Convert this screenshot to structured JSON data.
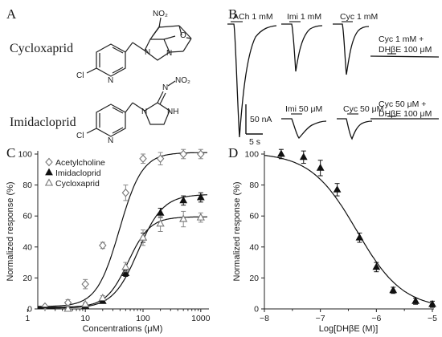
{
  "panels": {
    "A": "A",
    "B": "B",
    "C": "C",
    "D": "D"
  },
  "structures": {
    "cycloxaprid": {
      "name": "Cycloxaprid",
      "atoms": [
        "NO₂",
        "N",
        "N",
        "O",
        "N",
        "Cl"
      ]
    },
    "imidacloprid": {
      "name": "Imidacloprid",
      "atoms": [
        "N",
        "NO₂",
        "N",
        "NH",
        "N",
        "Cl"
      ]
    }
  },
  "traces": {
    "labels": [
      "ACh 1 mM",
      "Imi 1 mM",
      "Cyc 1 mM",
      "Cyc 1 mM +",
      "DHβE 100 μM",
      "Imi 50 μM",
      "Cyc 50 μM",
      "Cyc 50 μM +",
      "DHβE 100 μM"
    ],
    "scale_current": "50 nA",
    "scale_time": "5 s"
  },
  "chart_data": [
    {
      "type": "scatter",
      "panel": "C",
      "xlabel": "Concentrations (μM)",
      "ylabel": "Normalized response (%)",
      "x_scale": "log",
      "xlim": [
        1.5,
        1300
      ],
      "ylim": [
        0,
        100
      ],
      "x_ticks": [
        1,
        10,
        100,
        1000
      ],
      "x_tick_labels": [
        "1",
        "10",
        "100",
        "1000"
      ],
      "y_ticks": [
        0,
        20,
        40,
        60,
        80,
        100
      ],
      "y_tick_labels": [
        "0",
        "20",
        "40",
        "60",
        "80",
        "100"
      ],
      "legend_position": "top-left",
      "series": [
        {
          "name": "Acetylcholine",
          "marker": "open-diamond",
          "x": [
            2,
            5,
            10,
            20,
            50,
            100,
            200,
            500,
            1000
          ],
          "y": [
            1.5,
            4,
            16,
            41,
            75,
            97,
            97,
            100,
            100
          ],
          "err": [
            0.5,
            2,
            3,
            2,
            5,
            3,
            4,
            3,
            3
          ],
          "fit": {
            "bottom": 1.5,
            "top": 101,
            "ec50": 39,
            "hill": 2.2
          }
        },
        {
          "name": "Imidacloprid",
          "marker": "filled-triangle",
          "x": [
            5,
            10,
            20,
            50,
            100,
            200,
            500,
            1000
          ],
          "y": [
            0,
            2,
            5,
            23,
            46,
            62,
            70,
            72
          ],
          "err": [
            0.5,
            1,
            1,
            2,
            3,
            3,
            3,
            3
          ],
          "fit": {
            "bottom": 0.5,
            "top": 74,
            "ec50": 82,
            "hill": 2.0
          }
        },
        {
          "name": "Cycloxaprid",
          "marker": "open-triangle",
          "x": [
            5,
            10,
            20,
            50,
            100,
            200,
            500,
            1000
          ],
          "y": [
            0,
            3,
            7,
            27,
            46,
            55,
            58,
            59
          ],
          "err": [
            0.5,
            1,
            1.5,
            3,
            5,
            5,
            5,
            3
          ],
          "fit": {
            "bottom": 1,
            "top": 59.5,
            "ec50": 55,
            "hill": 2.3
          }
        }
      ]
    },
    {
      "type": "scatter",
      "panel": "D",
      "xlabel": "Log[DHβE (M)]",
      "ylabel": "Normalized response (%)",
      "xlim": [
        -8,
        -5
      ],
      "ylim": [
        0,
        100
      ],
      "x_ticks": [
        -8,
        -7,
        -6,
        -5
      ],
      "x_tick_labels": [
        "−8",
        "−7",
        "−6",
        "−5"
      ],
      "y_ticks": [
        0,
        20,
        40,
        60,
        80,
        100
      ],
      "y_tick_labels": [
        "0",
        "20",
        "40",
        "60",
        "80",
        "100"
      ],
      "series": [
        {
          "marker": "filled-triangle",
          "x": [
            -7.7,
            -7.3,
            -7.0,
            -6.7,
            -6.3,
            -6.0,
            -5.7,
            -5.3,
            -5.0
          ],
          "y": [
            100,
            98,
            91,
            77,
            46,
            27,
            12,
            5,
            3
          ],
          "err": [
            3,
            4,
            5,
            4,
            3,
            3,
            2,
            2,
            2
          ],
          "fit": {
            "top": 101,
            "bottom": 0,
            "logIC50": -6.35,
            "hill": 1.05
          }
        }
      ]
    }
  ]
}
